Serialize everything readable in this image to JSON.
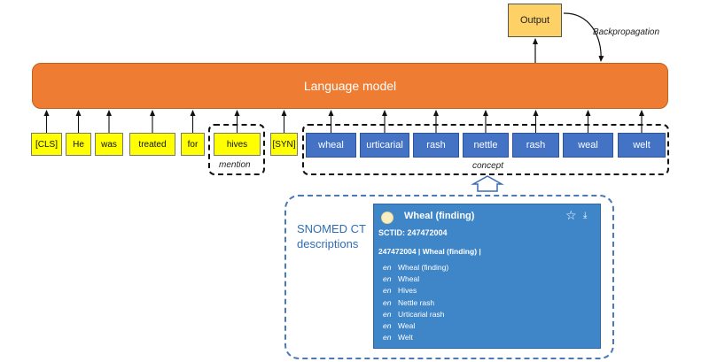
{
  "output_label": "Output",
  "backprop_label": "Backpropagation",
  "language_model_label": "Language model",
  "input_tokens": [
    "[CLS]",
    "He",
    "was",
    "treated",
    "for",
    "hives",
    "[SYN]"
  ],
  "concept_tokens": [
    "wheal",
    "urticarial",
    "rash",
    "nettle",
    "rash",
    "weal",
    "welt"
  ],
  "mention_caption": "mention",
  "concept_caption": "concept",
  "snomed_label": "SNOMED CT descriptions",
  "card": {
    "title": "Wheal (finding)",
    "sctid": "SCTID: 247472004",
    "fsn_line": "247472004 | Wheal (finding) |",
    "language": "en",
    "synonyms": [
      "Wheal (finding)",
      "Wheal",
      "Hives",
      "Nettle rash",
      "Urticarial rash",
      "Weal",
      "Welt"
    ],
    "star_icon": "☆",
    "export_icon": "⤓"
  },
  "colors": {
    "language_model": "#ee7d33",
    "output_box": "#fdd166",
    "input_token": "#ffff00",
    "concept_token": "#4472c4",
    "snomed": "#2f6eb5",
    "card": "#3f86c8"
  }
}
